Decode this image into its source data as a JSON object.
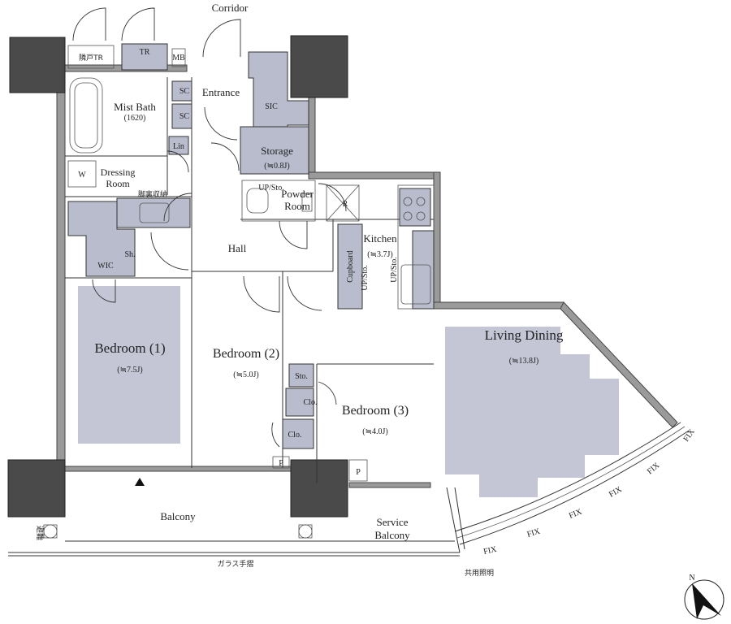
{
  "labels": {
    "corridor": "Corridor",
    "entrance": "Entrance",
    "tr": "TR",
    "tr_jp": "隣戸TR",
    "mb": "MB",
    "sc": "SC",
    "sic": "SIC",
    "storage": "Storage",
    "storage_area": "(≒0.8J)",
    "mist_bath": "Mist Bath",
    "bath_size": "(1620)",
    "lin": "Lin",
    "w": "W",
    "dressing": "Dressing",
    "dressing_room": "Room",
    "foot_storage": "脚裏収納",
    "powder": "Powder",
    "powder_room": "Room",
    "up_sto": "UP/Sto.",
    "r": "R",
    "kitchen": "Kitchen",
    "kitchen_area": "(≒3.7J)",
    "cupboard": "Cupboard",
    "hall": "Hall",
    "wic": "WIC",
    "sh": "Sh.",
    "bedroom1": "Bedroom (1)",
    "bedroom1_area": "(≒7.5J)",
    "bedroom2": "Bedroom (2)",
    "bedroom2_area": "(≒5.0J)",
    "bedroom3": "Bedroom (3)",
    "bedroom3_area": "(≒4.0J)",
    "sto": "Sto.",
    "clo": "Clo.",
    "living_dining": "Living Dining",
    "living_area": "(≒13.8J)",
    "p": "P",
    "balcony": "Balcony",
    "service": "Service",
    "service_balcony": "Balcony",
    "glass_rail": "ガラス手摺",
    "shared_light": "共用照明",
    "hatch": "避難",
    "fix": "FIX",
    "north": "N"
  }
}
